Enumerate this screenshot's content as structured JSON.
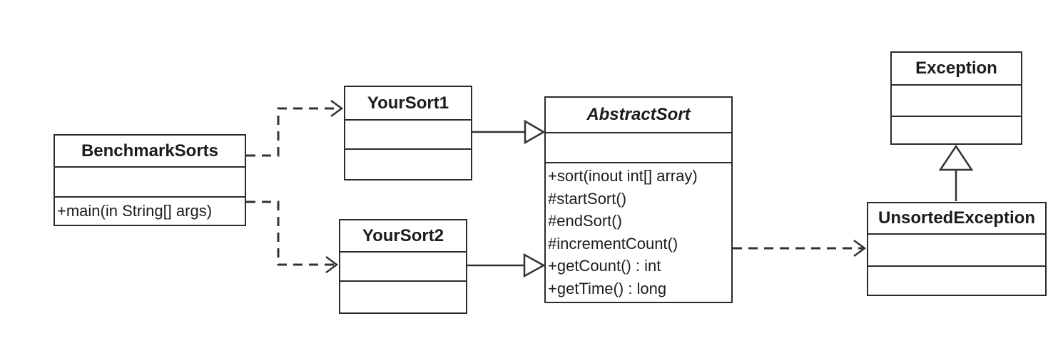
{
  "diagram": {
    "type": "uml-class-diagram",
    "classes": {
      "benchmark_sorts": {
        "name": "BenchmarkSorts",
        "attributes": [],
        "methods": [
          "+main(in String[] args)"
        ]
      },
      "your_sort1": {
        "name": "YourSort1",
        "attributes": [],
        "methods": []
      },
      "your_sort2": {
        "name": "YourSort2",
        "attributes": [],
        "methods": []
      },
      "abstract_sort": {
        "name": "AbstractSort",
        "is_abstract": true,
        "attributes": [],
        "methods": [
          "+sort(inout int[] array)",
          "#startSort()",
          "#endSort()",
          "#incrementCount()",
          "+getCount() : int",
          "+getTime() : long"
        ]
      },
      "exception": {
        "name": "Exception",
        "attributes": [],
        "methods": []
      },
      "unsorted_exception": {
        "name": "UnsortedException",
        "attributes": [],
        "methods": []
      }
    },
    "relationships": [
      {
        "from": "BenchmarkSorts",
        "to": "YourSort1",
        "type": "dependency",
        "line": "dashed-open-arrow"
      },
      {
        "from": "BenchmarkSorts",
        "to": "YourSort2",
        "type": "dependency",
        "line": "dashed-open-arrow"
      },
      {
        "from": "YourSort1",
        "to": "AbstractSort",
        "type": "generalization",
        "line": "solid-hollow-triangle"
      },
      {
        "from": "YourSort2",
        "to": "AbstractSort",
        "type": "generalization",
        "line": "solid-hollow-triangle"
      },
      {
        "from": "UnsortedException",
        "to": "Exception",
        "type": "generalization",
        "line": "solid-hollow-triangle"
      },
      {
        "from": "AbstractSort",
        "to": "UnsortedException",
        "type": "dependency",
        "line": "dashed-open-arrow"
      }
    ],
    "colors": {
      "line": "#333333",
      "box_border": "#2b2b2b",
      "box_fill": "#ffffff",
      "text": "#1c1c1c",
      "background": "#ffffff"
    }
  }
}
